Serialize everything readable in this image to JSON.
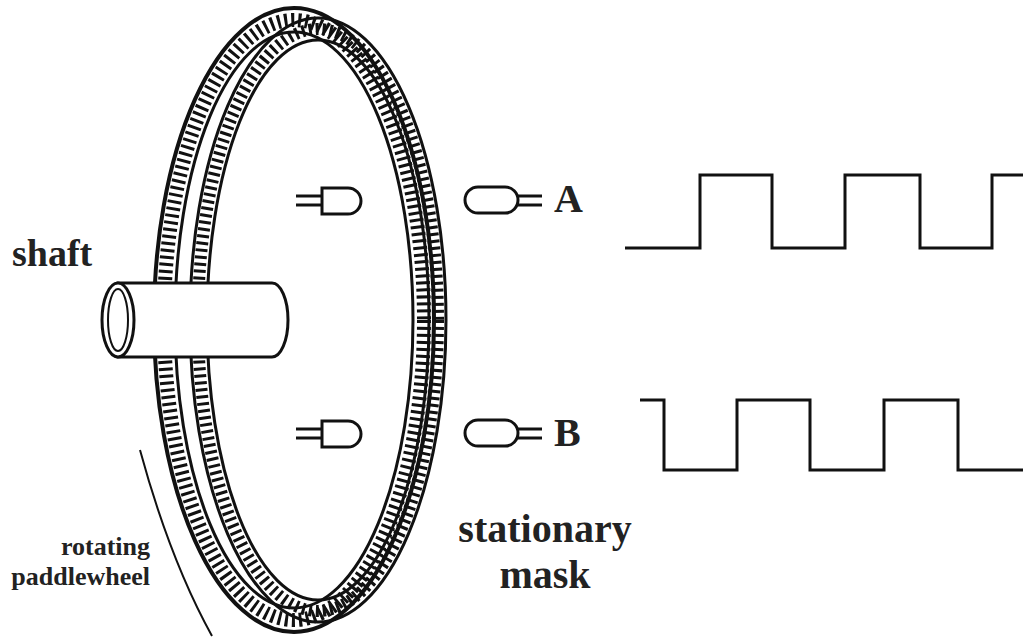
{
  "diagram": {
    "labels": [
      "shaft",
      "A",
      "B",
      "rotating paddlewheel",
      "stationary mask"
    ]
  }
}
